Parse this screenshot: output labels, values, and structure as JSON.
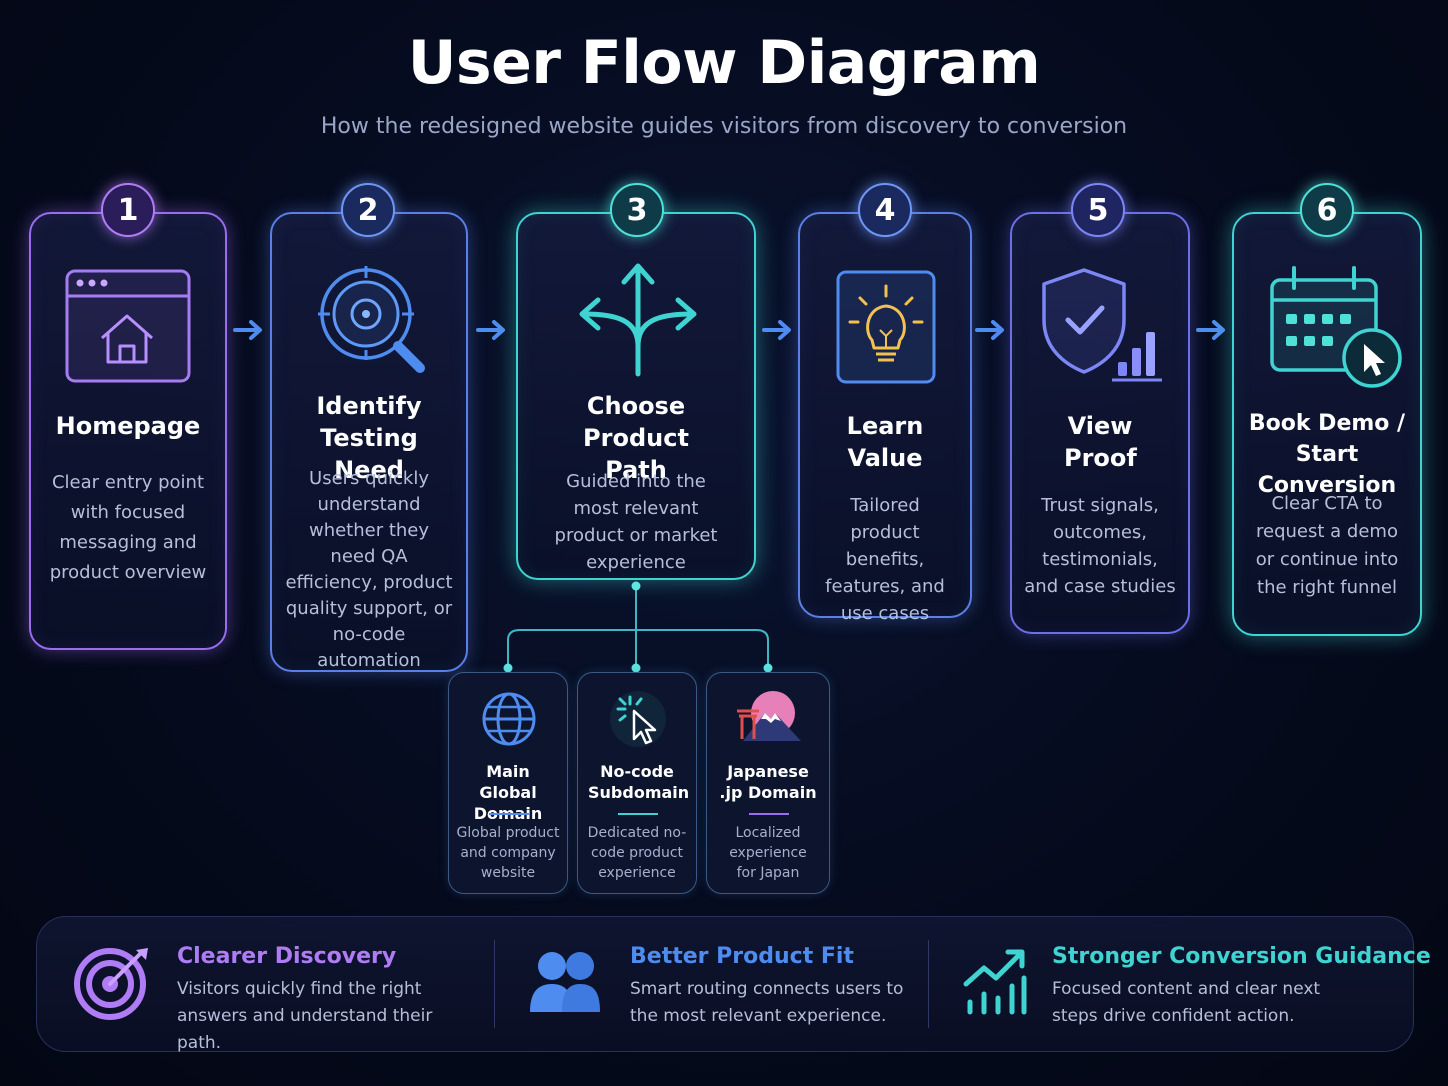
{
  "header": {
    "title": "User Flow Diagram",
    "subtitle": "How the redesigned website guides visitors from discovery to conversion"
  },
  "steps": [
    {
      "number": "1",
      "title": "Homepage",
      "description": "Clear entry point with focused messaging and product overview",
      "icon": "browser-home-icon",
      "color": "#9a6cf0"
    },
    {
      "number": "2",
      "title": "Identify Testing Need",
      "description": "Users quickly understand whether they need QA efficiency, product quality support, or no-code automation",
      "icon": "magnifier-target-icon",
      "color": "#5b7fe6"
    },
    {
      "number": "3",
      "title": "Choose Product Path",
      "description": "Guided into the most relevant product or market experience",
      "icon": "branching-arrows-icon",
      "color": "#3fd4d2"
    },
    {
      "number": "4",
      "title": "Learn Value",
      "description": "Tailored product benefits, features, and use cases",
      "icon": "lightbulb-icon",
      "color": "#5b7fe6"
    },
    {
      "number": "5",
      "title": "View Proof",
      "description": "Trust signals, outcomes, testimonials, and case studies",
      "icon": "shield-check-chart-icon",
      "color": "#6c6fe8"
    },
    {
      "number": "6",
      "title": "Book Demo / Start Conversion",
      "description": "Clear CTA to request a demo or continue into the right funnel",
      "icon": "calendar-cursor-icon",
      "color": "#3fd4d2"
    }
  ],
  "paths": [
    {
      "title": "Main Global Domain",
      "description": "Global product and company website",
      "icon": "globe-icon",
      "accent": "#4f8cf0"
    },
    {
      "title": "No-code Subdomain",
      "description": "Dedicated no-code product experience",
      "icon": "cursor-click-icon",
      "accent": "#3fd4d2"
    },
    {
      "title": "Japanese .jp Domain",
      "description": "Localized experience for Japan",
      "icon": "mount-fuji-icon",
      "accent": "#9a6cf0"
    }
  ],
  "benefits": [
    {
      "title": "Clearer Discovery",
      "description": "Visitors quickly find the right answers and understand their path.",
      "icon": "target-icon",
      "color": "#b07cf5"
    },
    {
      "title": "Better Product Fit",
      "description": "Smart routing connects users to the most relevant experience.",
      "icon": "users-icon",
      "color": "#4f8cf0"
    },
    {
      "title": "Stronger Conversion Guidance",
      "description": "Focused content and clear next steps drive confident action.",
      "icon": "growth-chart-icon",
      "color": "#3fd4d2"
    }
  ]
}
